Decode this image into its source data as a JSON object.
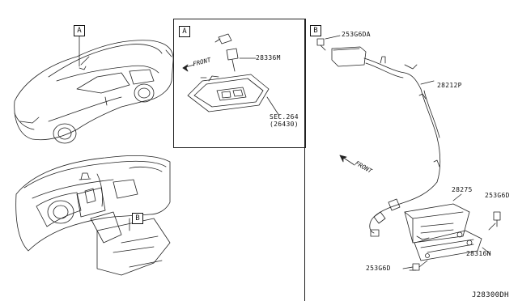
{
  "diagram": {
    "callouts": {
      "a_car": "A",
      "a_panel": "A",
      "b_dash": "B",
      "b_panel": "B"
    },
    "parts": {
      "p28336m": "28336M",
      "sec264": "SEC.264",
      "sec264_ref": "(26430)",
      "p253g6da": "253G6DA",
      "p28212p": "28212P",
      "p28275": "28275",
      "p253g6d_right": "253G6D",
      "p28316n": "28316N",
      "p253g6d_bottom": "253G6D"
    },
    "front_labels": {
      "panel_a": "FRONT",
      "panel_b": "FRONT"
    },
    "diagram_code": "J28300DH"
  }
}
